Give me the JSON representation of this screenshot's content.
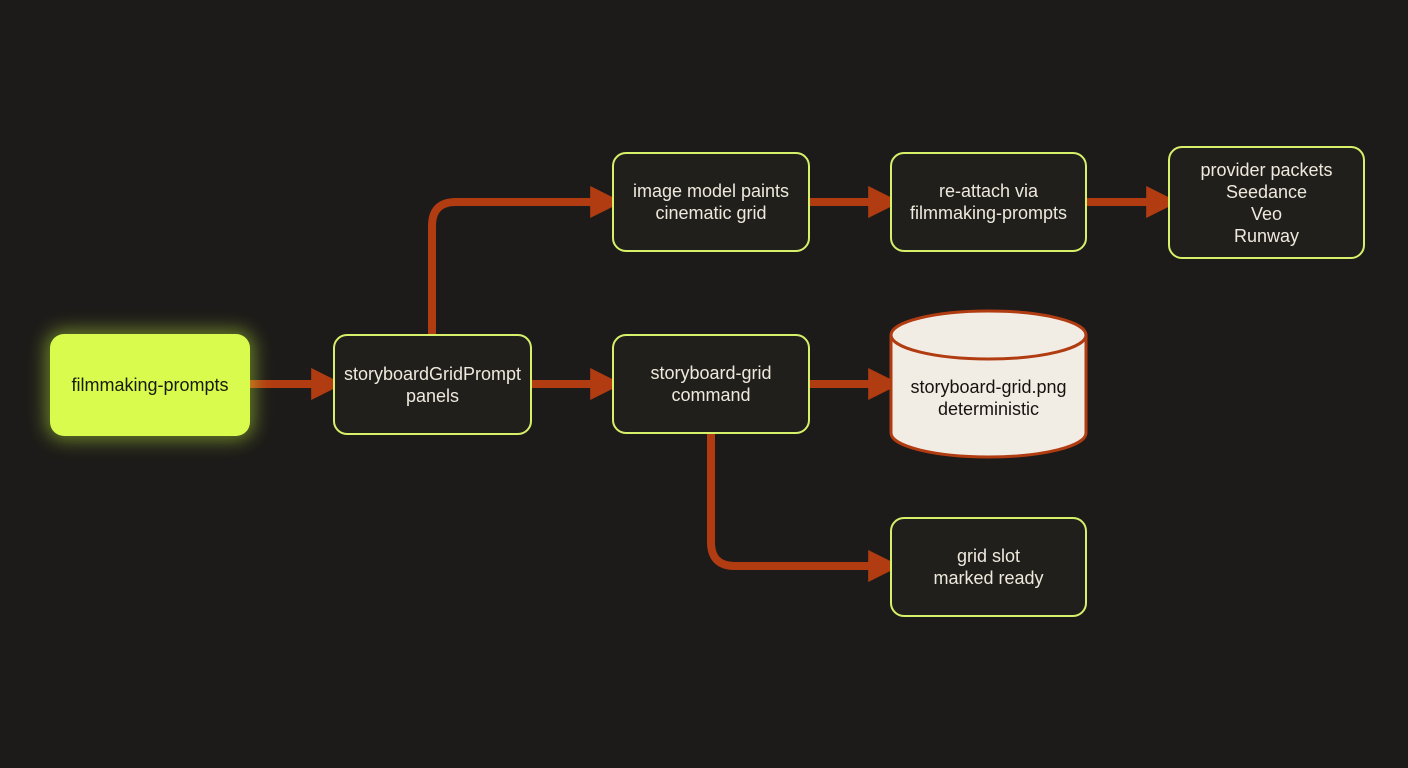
{
  "accent_colors": {
    "background": "#1d1b19",
    "node_border": "#d6f06a",
    "node_fill": "#211f1c",
    "start_fill": "#d9fb4e",
    "arrow": "#b23c12",
    "cylinder_fill": "#f2ede4",
    "cylinder_border": "#b23c12"
  },
  "nodes": {
    "start": {
      "lines": [
        "filmmaking-prompts"
      ]
    },
    "grid_prompt": {
      "lines": [
        "storyboardGridPrompt",
        "panels"
      ]
    },
    "image_model": {
      "lines": [
        "image model paints",
        "cinematic grid"
      ]
    },
    "reattach": {
      "lines": [
        "re-attach via",
        "filmmaking-prompts"
      ]
    },
    "provider": {
      "lines": [
        "provider packets",
        "Seedance",
        "Veo",
        "Runway"
      ]
    },
    "grid_command": {
      "lines": [
        "storyboard-grid",
        "command"
      ]
    },
    "grid_file": {
      "lines": [
        "storyboard-grid.png",
        "deterministic"
      ]
    },
    "grid_slot": {
      "lines": [
        "grid slot",
        "marked ready"
      ]
    }
  }
}
